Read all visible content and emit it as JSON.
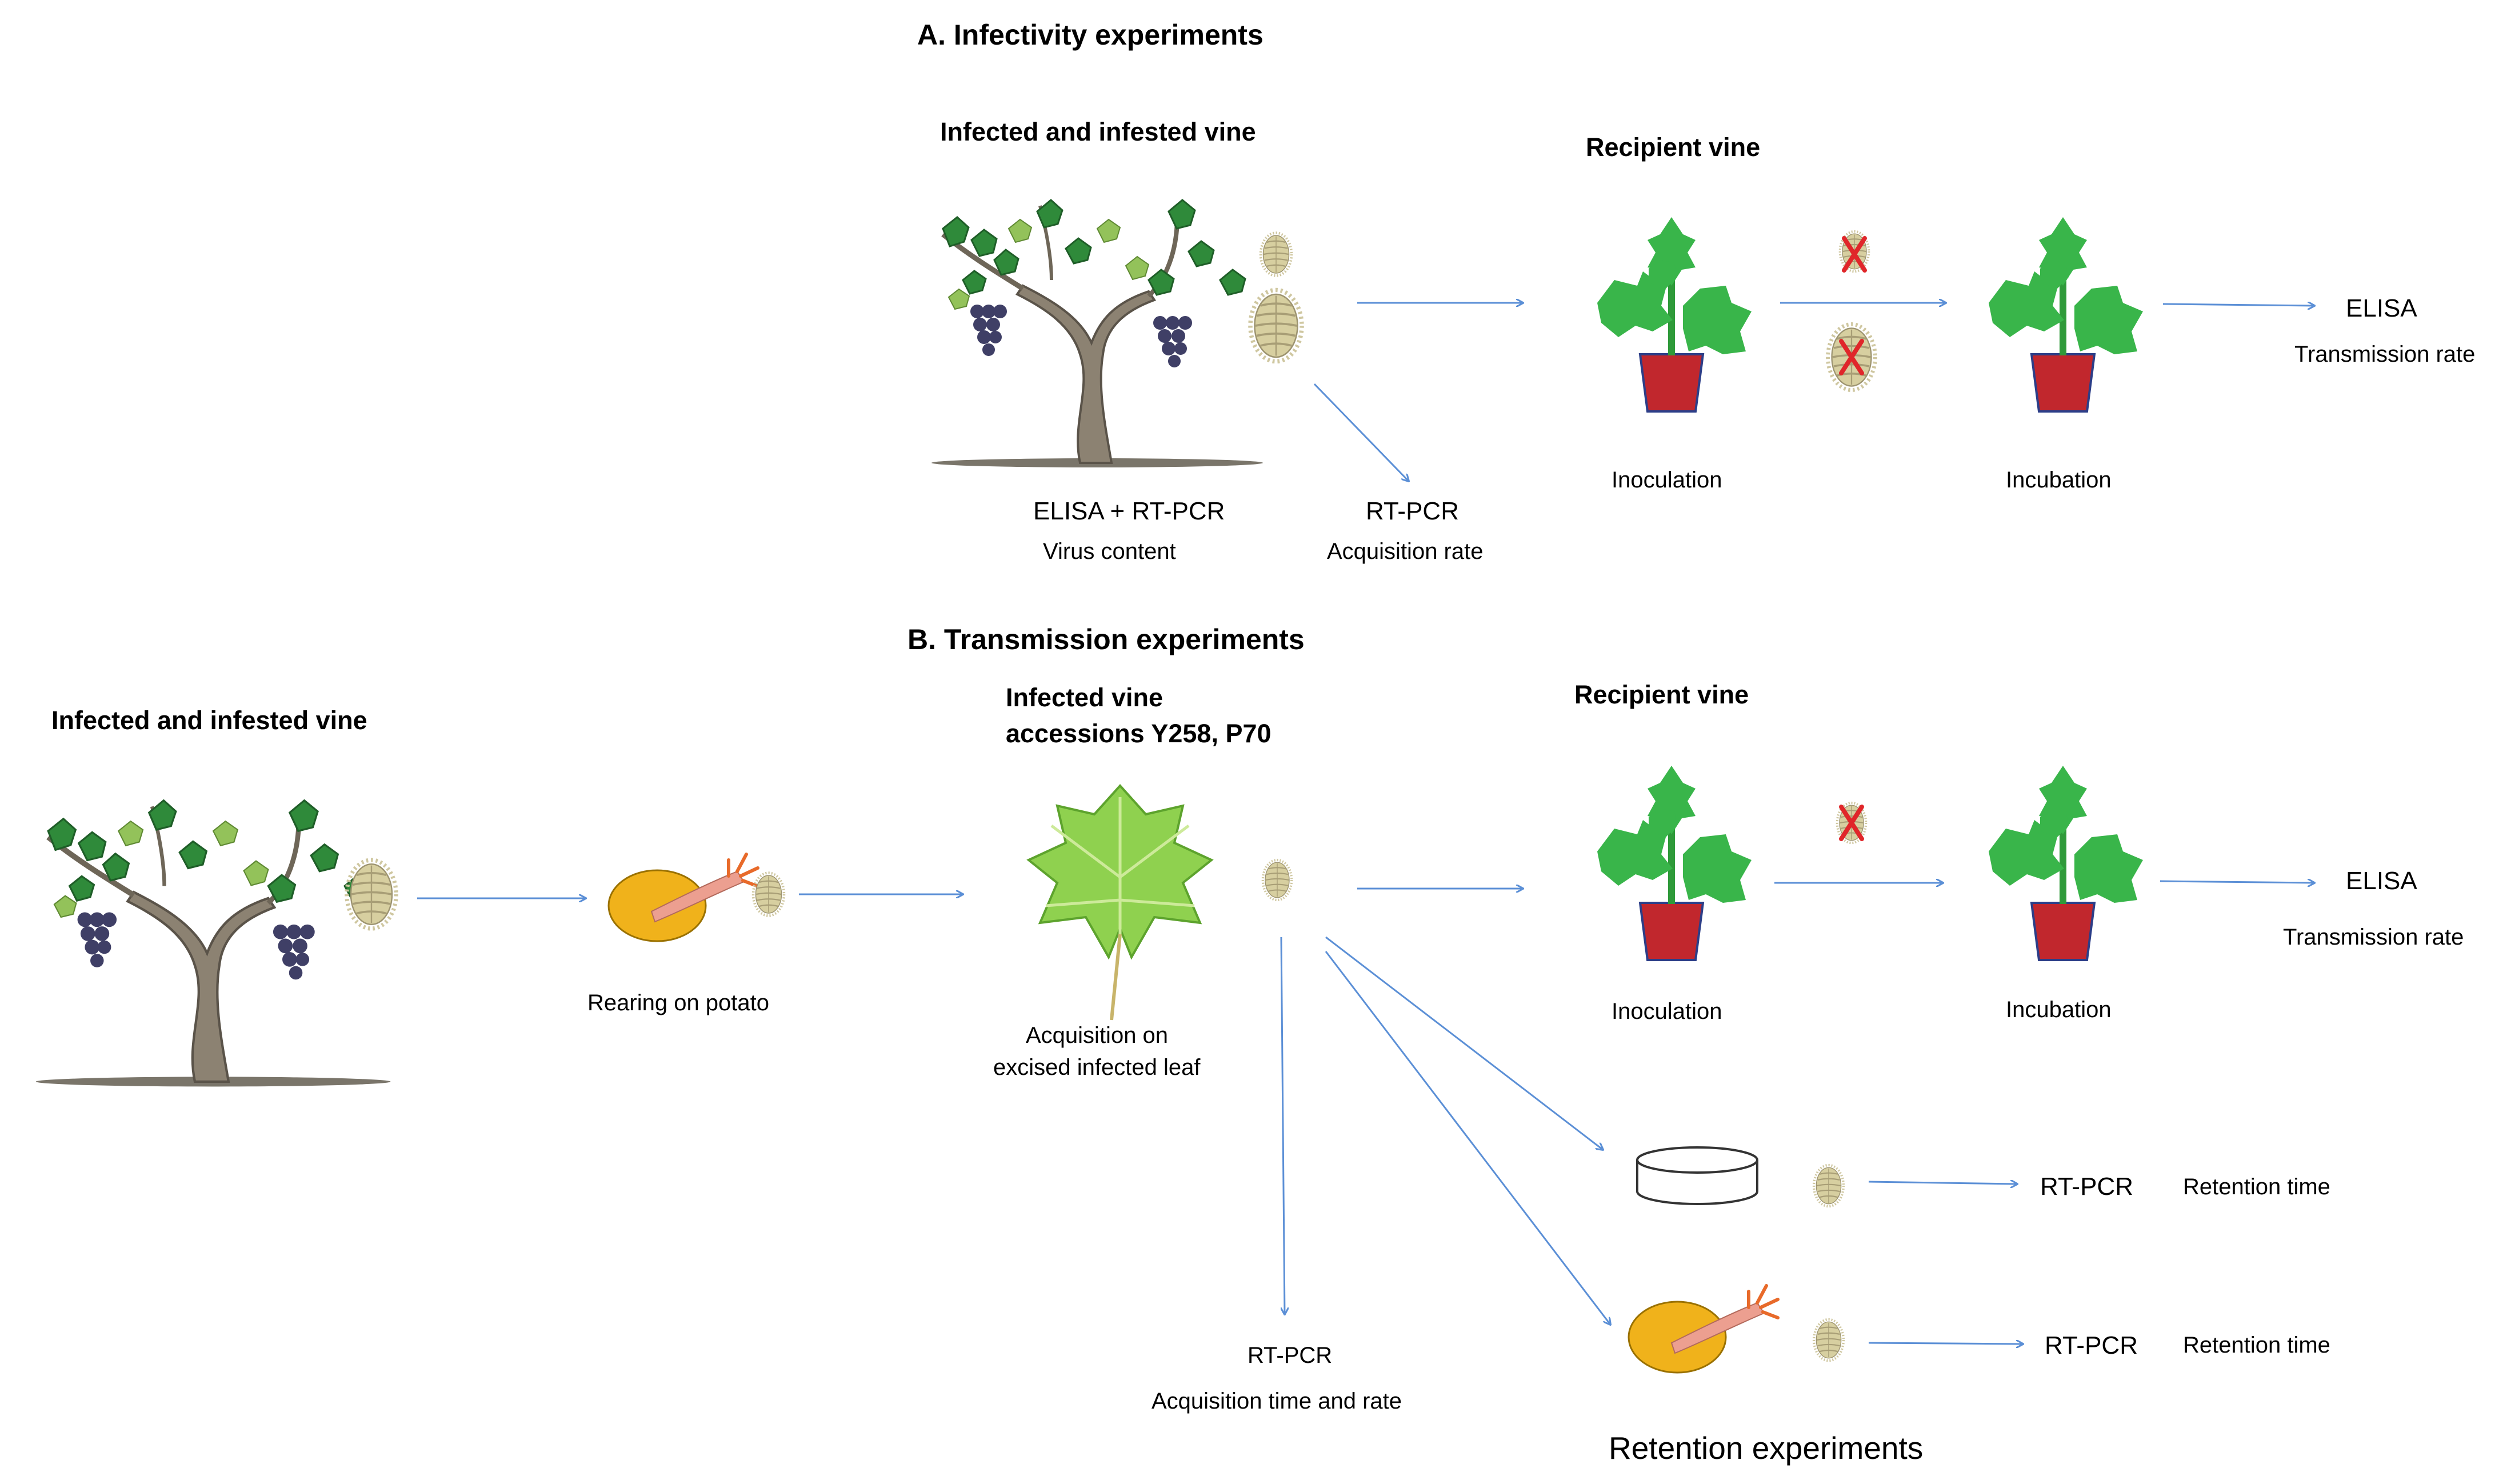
{
  "section_a": {
    "title": "A. Infectivity experiments",
    "source_label": "Infected and infested vine",
    "recipient_label": "Recipient  vine",
    "vine_test": "ELISA + RT-PCR",
    "vine_measure": "Virus content",
    "insect_test": "RT-PCR",
    "insect_measure": "Acquisition rate",
    "step_inoculation": "Inoculation",
    "step_incubation": "Incubation",
    "final_test": "ELISA",
    "final_measure": "Transmission  rate"
  },
  "section_b": {
    "title": "B. Transmission experiments",
    "source_label": "Infected and infested vine",
    "rearing_label": "Rearing on potato",
    "infected_vine_line1": "Infected vine",
    "infected_vine_line2": "accessions Y258, P70",
    "acq_line1": "Acquisition on",
    "acq_line2": "excised infected leaf",
    "recipient_label": "Recipient  vine",
    "step_inoculation": "Inoculation",
    "step_incubation": "Incubation",
    "final_test": "ELISA",
    "final_measure": "Transmission  rate",
    "acq_test": "RT-PCR",
    "acq_measure": "Acquisition time and rate",
    "dish_test": "RT-PCR",
    "dish_measure": "Retention time",
    "potato_test": "RT-PCR",
    "potato_measure": "Retention time",
    "retention_label": "Retention experiments"
  },
  "colors": {
    "arrow": "#5b8fd6",
    "leaf": "#39b54a",
    "pot": "#c1272d",
    "potato": "#f0b21b",
    "sprout": "#ec9f90",
    "grape": "#3f3f66",
    "trunk": "#8c8272",
    "mealybug": "#d7cfa0",
    "cross": "#e0262a"
  }
}
